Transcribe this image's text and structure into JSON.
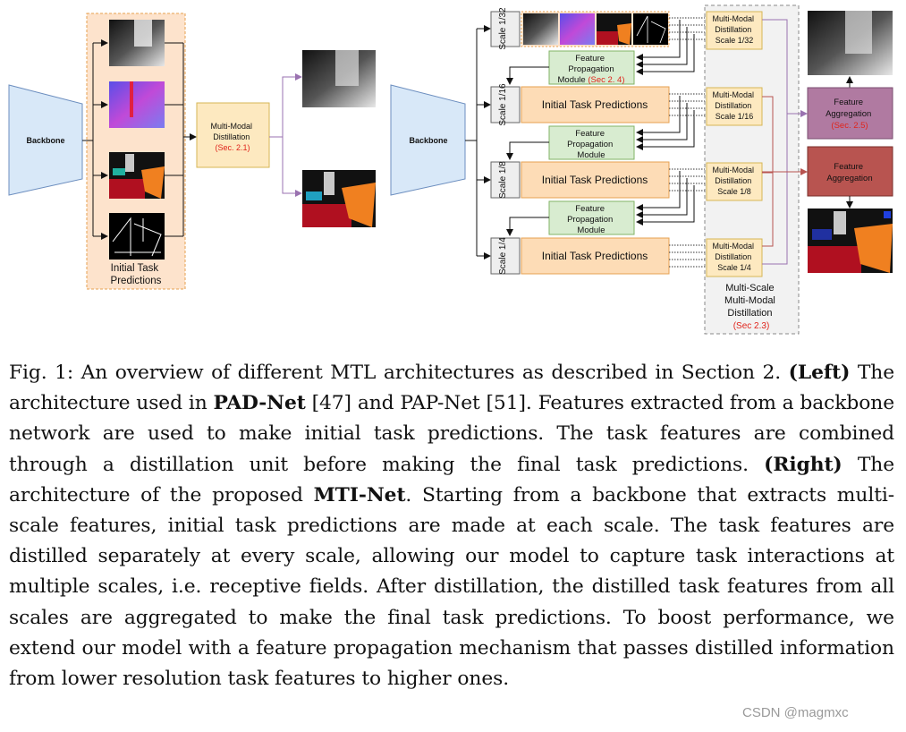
{
  "left": {
    "backbone": "Backbone",
    "initial_task_predictions": [
      "Initial Task",
      "Predictions"
    ],
    "distillation": [
      "Multi-Modal",
      "Distillation",
      "(Sec. 2.1)"
    ]
  },
  "right": {
    "backbone": "Backbone",
    "scales": [
      "Scale 1/32",
      "Scale 1/16",
      "Scale 1/8",
      "Scale 1/4"
    ],
    "initial_task_predictions": "Initial Task Predictions",
    "fpm_top": [
      "Feature",
      "Propagation",
      "Module (Sec 2. 4)"
    ],
    "fpm": [
      "Feature",
      "Propagation",
      "Module"
    ],
    "mmd": [
      [
        "Multi-Modal",
        "Distillation",
        "Scale 1/32"
      ],
      [
        "Multi-Modal",
        "Distillation",
        "Scale 1/16"
      ],
      [
        "Multi-Modal",
        "Distillation",
        "Scale 1/8"
      ],
      [
        "Multi-Modal",
        "Distillation",
        "Scale 1/4"
      ]
    ],
    "msmmd": [
      "Multi-Scale",
      "Multi-Modal",
      "Distillation",
      "(Sec 2.3)"
    ],
    "agg_purple": [
      "Feature",
      "Aggregation",
      "(Sec. 2.5)"
    ],
    "agg_red": [
      "Feature",
      "Aggregation"
    ]
  },
  "caption": {
    "fig_label": "Fig. 1:",
    "s1": " An overview of different MTL architectures as described in Section 2. ",
    "left_label": "(Left)",
    "s2": " The architecture used in ",
    "padnet": "PAD-Net",
    "s3": " [47] and PAP-Net [51]. Features extracted from a backbone network are used to make initial task predictions. The task features are combined through a distillation unit before making the final task predictions. ",
    "right_label": "(Right)",
    "s4": " The architecture of the proposed ",
    "mtinet": "MTI-Net",
    "s5": ". Starting from a backbone that extracts multi-scale features, initial task predictions are made at each scale. The task features are distilled separately at every scale, allowing our model to capture task interactions at multiple scales, i.e. receptive fields. After distillation, the distilled task features from all scales are aggregated to make the final task predictions. To boost performance, we extend our model with a feature propagation mechanism that passes distilled information from lower resolution task features to higher ones."
  },
  "watermark": "CSDN @magmxc",
  "colors": {
    "backbone_fill": "#d8e8f8",
    "distill_fill": "#fde9c0",
    "itp_fill": "#fddcb6",
    "fpm_fill": "#d8ecd0",
    "agg_purple": "#b07aa1",
    "agg_red": "#b85450",
    "highlight_red": "#e0241b"
  }
}
